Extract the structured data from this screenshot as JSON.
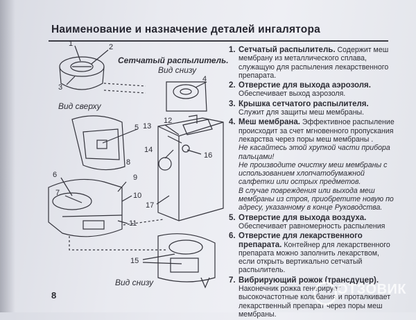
{
  "header": {
    "title": "Наименование и назначение деталей ингалятора"
  },
  "diagram": {
    "mesh_title": "Сетчатый распылитель.",
    "view_bottom_1": "Вид снизу",
    "view_top": "Вид сверху",
    "view_bottom_2": "Вид снизу",
    "callouts": [
      "1",
      "2",
      "3",
      "4",
      "5",
      "6",
      "7",
      "8",
      "9",
      "10",
      "11",
      "12",
      "13",
      "14",
      "15",
      "16",
      "17"
    ]
  },
  "items": [
    {
      "num": "1.",
      "heading": "Сетчатый распылитель.",
      "text": "Содержит меш мембрану из металлического сплава, служащую для распыления лекарственного препарата."
    },
    {
      "num": "2.",
      "heading": "Отверстие для выхода аэрозоля.",
      "text": "Обеспечивает выход аэрозоля."
    },
    {
      "num": "3.",
      "heading": "Крышка сетчатого распылителя.",
      "text": "Служит для защиты меш мембраны."
    },
    {
      "num": "4.",
      "heading": "Меш мембрана.",
      "text": "Эффективное распыление происходит за счет мгновенного пропускания лекарства через поры меш мембраны .",
      "note1": "Не касайтесь этой хрупкой части прибора пальцами!",
      "note2": "Не производите очистку меш мембраны с использованием хлопчатобумажной салфетки или острых предметов.",
      "note3": "В случае повреждения или выхода меш мембраны из строя, приобретите новую по адресу, указанному в конце Руководства."
    },
    {
      "num": "5.",
      "heading": "Отверстие для выхода воздуха.",
      "text": "Обеспечивает равномерность распыления"
    },
    {
      "num": "6.",
      "heading": "Отверстие для лекарственного препарата.",
      "text": "Контейнер для лекарственного препарата можно заполнить лекарством, если открыть вертикально сетчатый распылитель."
    },
    {
      "num": "7.",
      "heading": "Вибрирующий рожок (трансдуцер).",
      "text": "Наконечник рожка генерирует высокочастотные колебания и проталкивает лекарственный препарат через поры меш мембраны."
    }
  ],
  "footer": {
    "page_number": "8",
    "watermark": "ОТЗОВИК"
  }
}
